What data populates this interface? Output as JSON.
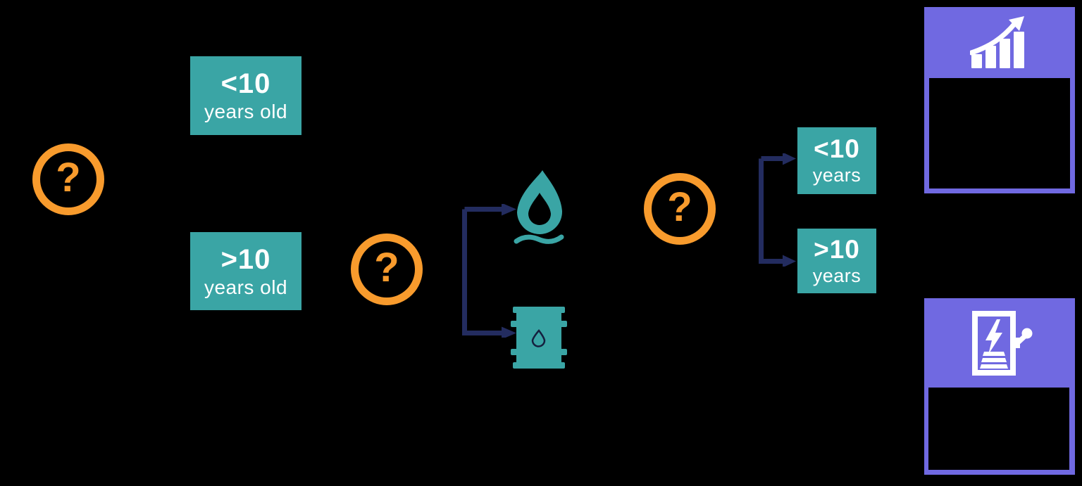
{
  "diagram": {
    "description": "tank-age decision flowchart",
    "colors": {
      "background": "#000000",
      "teal": "#3aa5a5",
      "orange": "#f89b2d",
      "navy": "#232c5f",
      "purple": "#7069e1",
      "white": "#ffffff"
    },
    "questions": {
      "q1": "?",
      "q2": "?",
      "q3": "?"
    },
    "left_age_boxes": [
      {
        "value": "<10",
        "label": "years old"
      },
      {
        "value": ">10",
        "label": "years old"
      }
    ],
    "fuel_options": [
      {
        "icon": "water-drop-icon"
      },
      {
        "icon": "oil-barrel-icon"
      }
    ],
    "right_age_boxes": [
      {
        "value": "<10",
        "label": "years"
      },
      {
        "value": ">10",
        "label": "years"
      }
    ],
    "outcome_cards": [
      {
        "icon": "chart-increase-icon"
      },
      {
        "icon": "electric-meter-icon"
      }
    ]
  }
}
